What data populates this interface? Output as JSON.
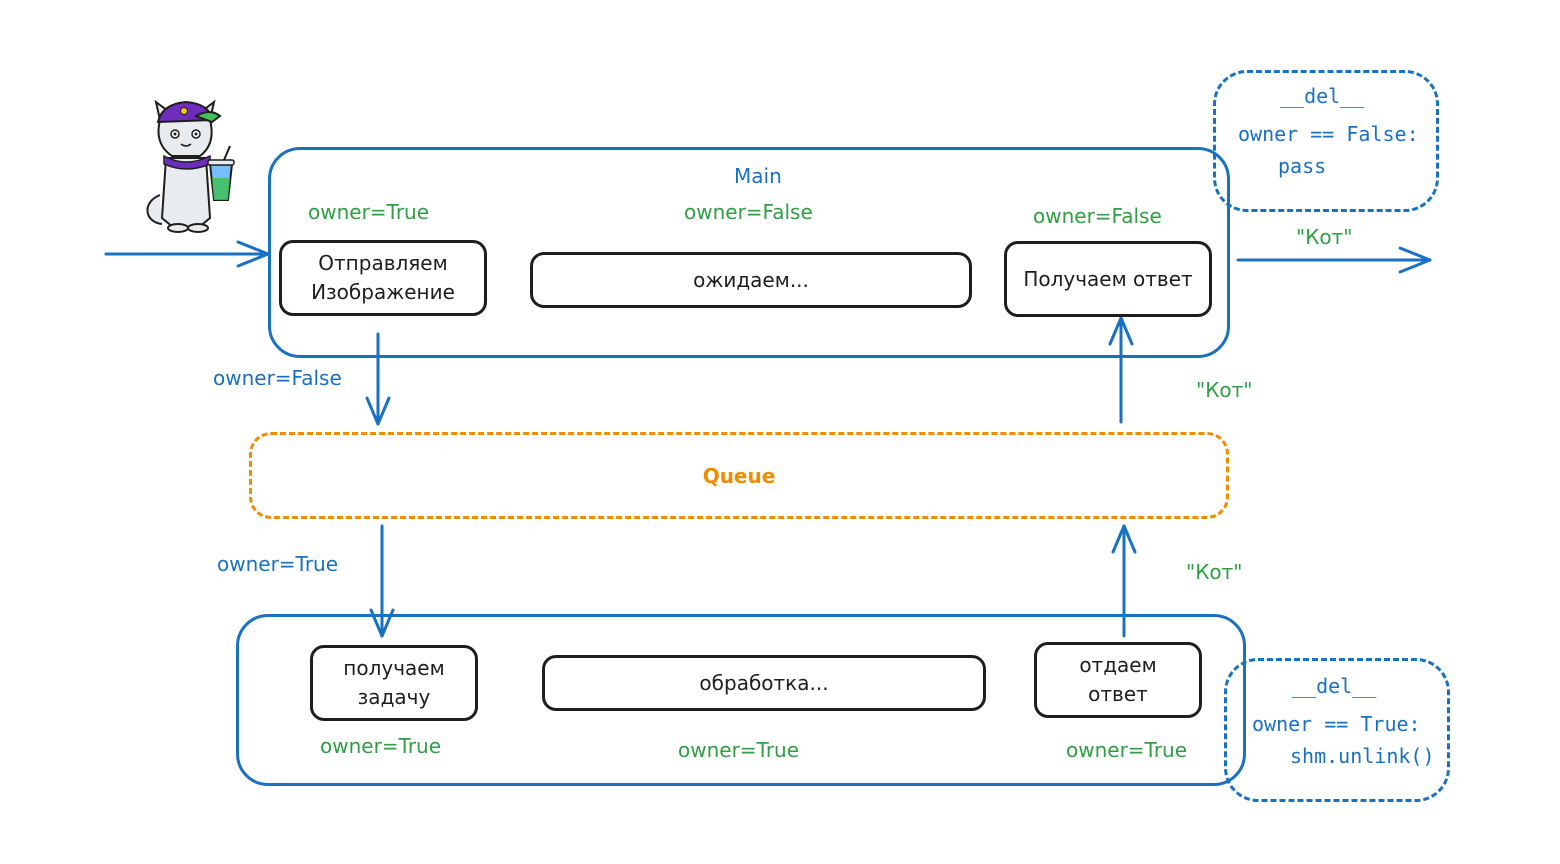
{
  "main": {
    "title": "Main",
    "owner_left": "owner=True",
    "owner_mid": "owner=False",
    "owner_right": "owner=False",
    "send_box": "Отправляем\nИзображение",
    "wait_box": "ожидаем...",
    "receive_box": "Получаем ответ"
  },
  "output_label": "\"Кот\"",
  "main_to_queue_label": "owner=False",
  "queue_to_main_label": "\"Кот\"",
  "queue": {
    "label": "Queue"
  },
  "queue_to_worker_label": "owner=True",
  "worker_to_queue_label": "\"Кот\"",
  "worker": {
    "get_task_box": "получаем\nзадачу",
    "process_box": "обработка...",
    "give_answer_box": "отдаем\nответ",
    "owner_left": "owner=True",
    "owner_mid": "owner=True",
    "owner_right": "owner=True"
  },
  "del_main": {
    "title": "__del__",
    "line1": "owner == False:",
    "line2": "pass"
  },
  "del_worker": {
    "title": "__del__",
    "line1": "owner == True:",
    "line2": "shm.unlink()"
  },
  "colors": {
    "blue": "#1971c2",
    "green": "#2f9e44",
    "orange": "#f08c00",
    "dark": "#1e1e1e"
  },
  "icons": {
    "mascot": "cat-mascot-icon"
  }
}
